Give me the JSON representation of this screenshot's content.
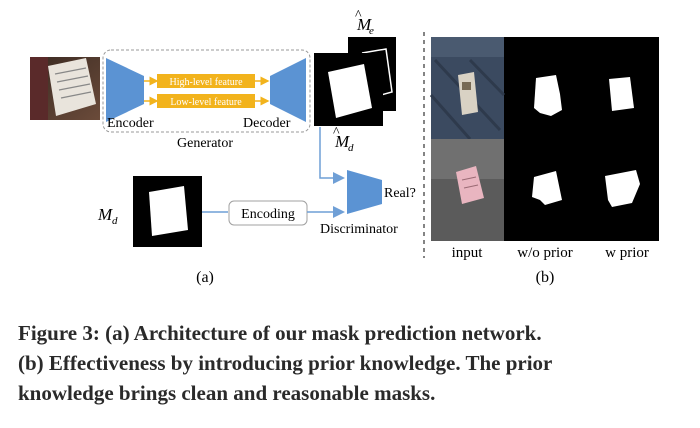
{
  "panel_a": {
    "encoder": "Encoder",
    "decoder": "Decoder",
    "generator": "Generator",
    "high_feature": "High-level feature",
    "low_feature": "Low-level feature",
    "me_symbol": "M",
    "me_sub": "e",
    "md_hat_symbol": "M",
    "md_hat_sub": "d",
    "md_symbol": "M",
    "md_sub": "d",
    "encoding": "Encoding",
    "real": "Real?",
    "discriminator": "Discriminator",
    "label": "(a)"
  },
  "panel_b": {
    "col_input": "input",
    "col_wo_prior": "w/o prior",
    "col_w_prior": "w prior",
    "label": "(b)"
  },
  "caption": {
    "line1": "Figure 3: (a) Architecture of our mask prediction network.",
    "line2": "(b) Effectiveness by introducing prior knowledge. The prior",
    "line3": "knowledge brings clean and reasonable masks."
  },
  "colors": {
    "network_blue": "#5b93d3",
    "feature_orange": "#f2b31c",
    "arrow_blue": "#6f9fd6"
  }
}
